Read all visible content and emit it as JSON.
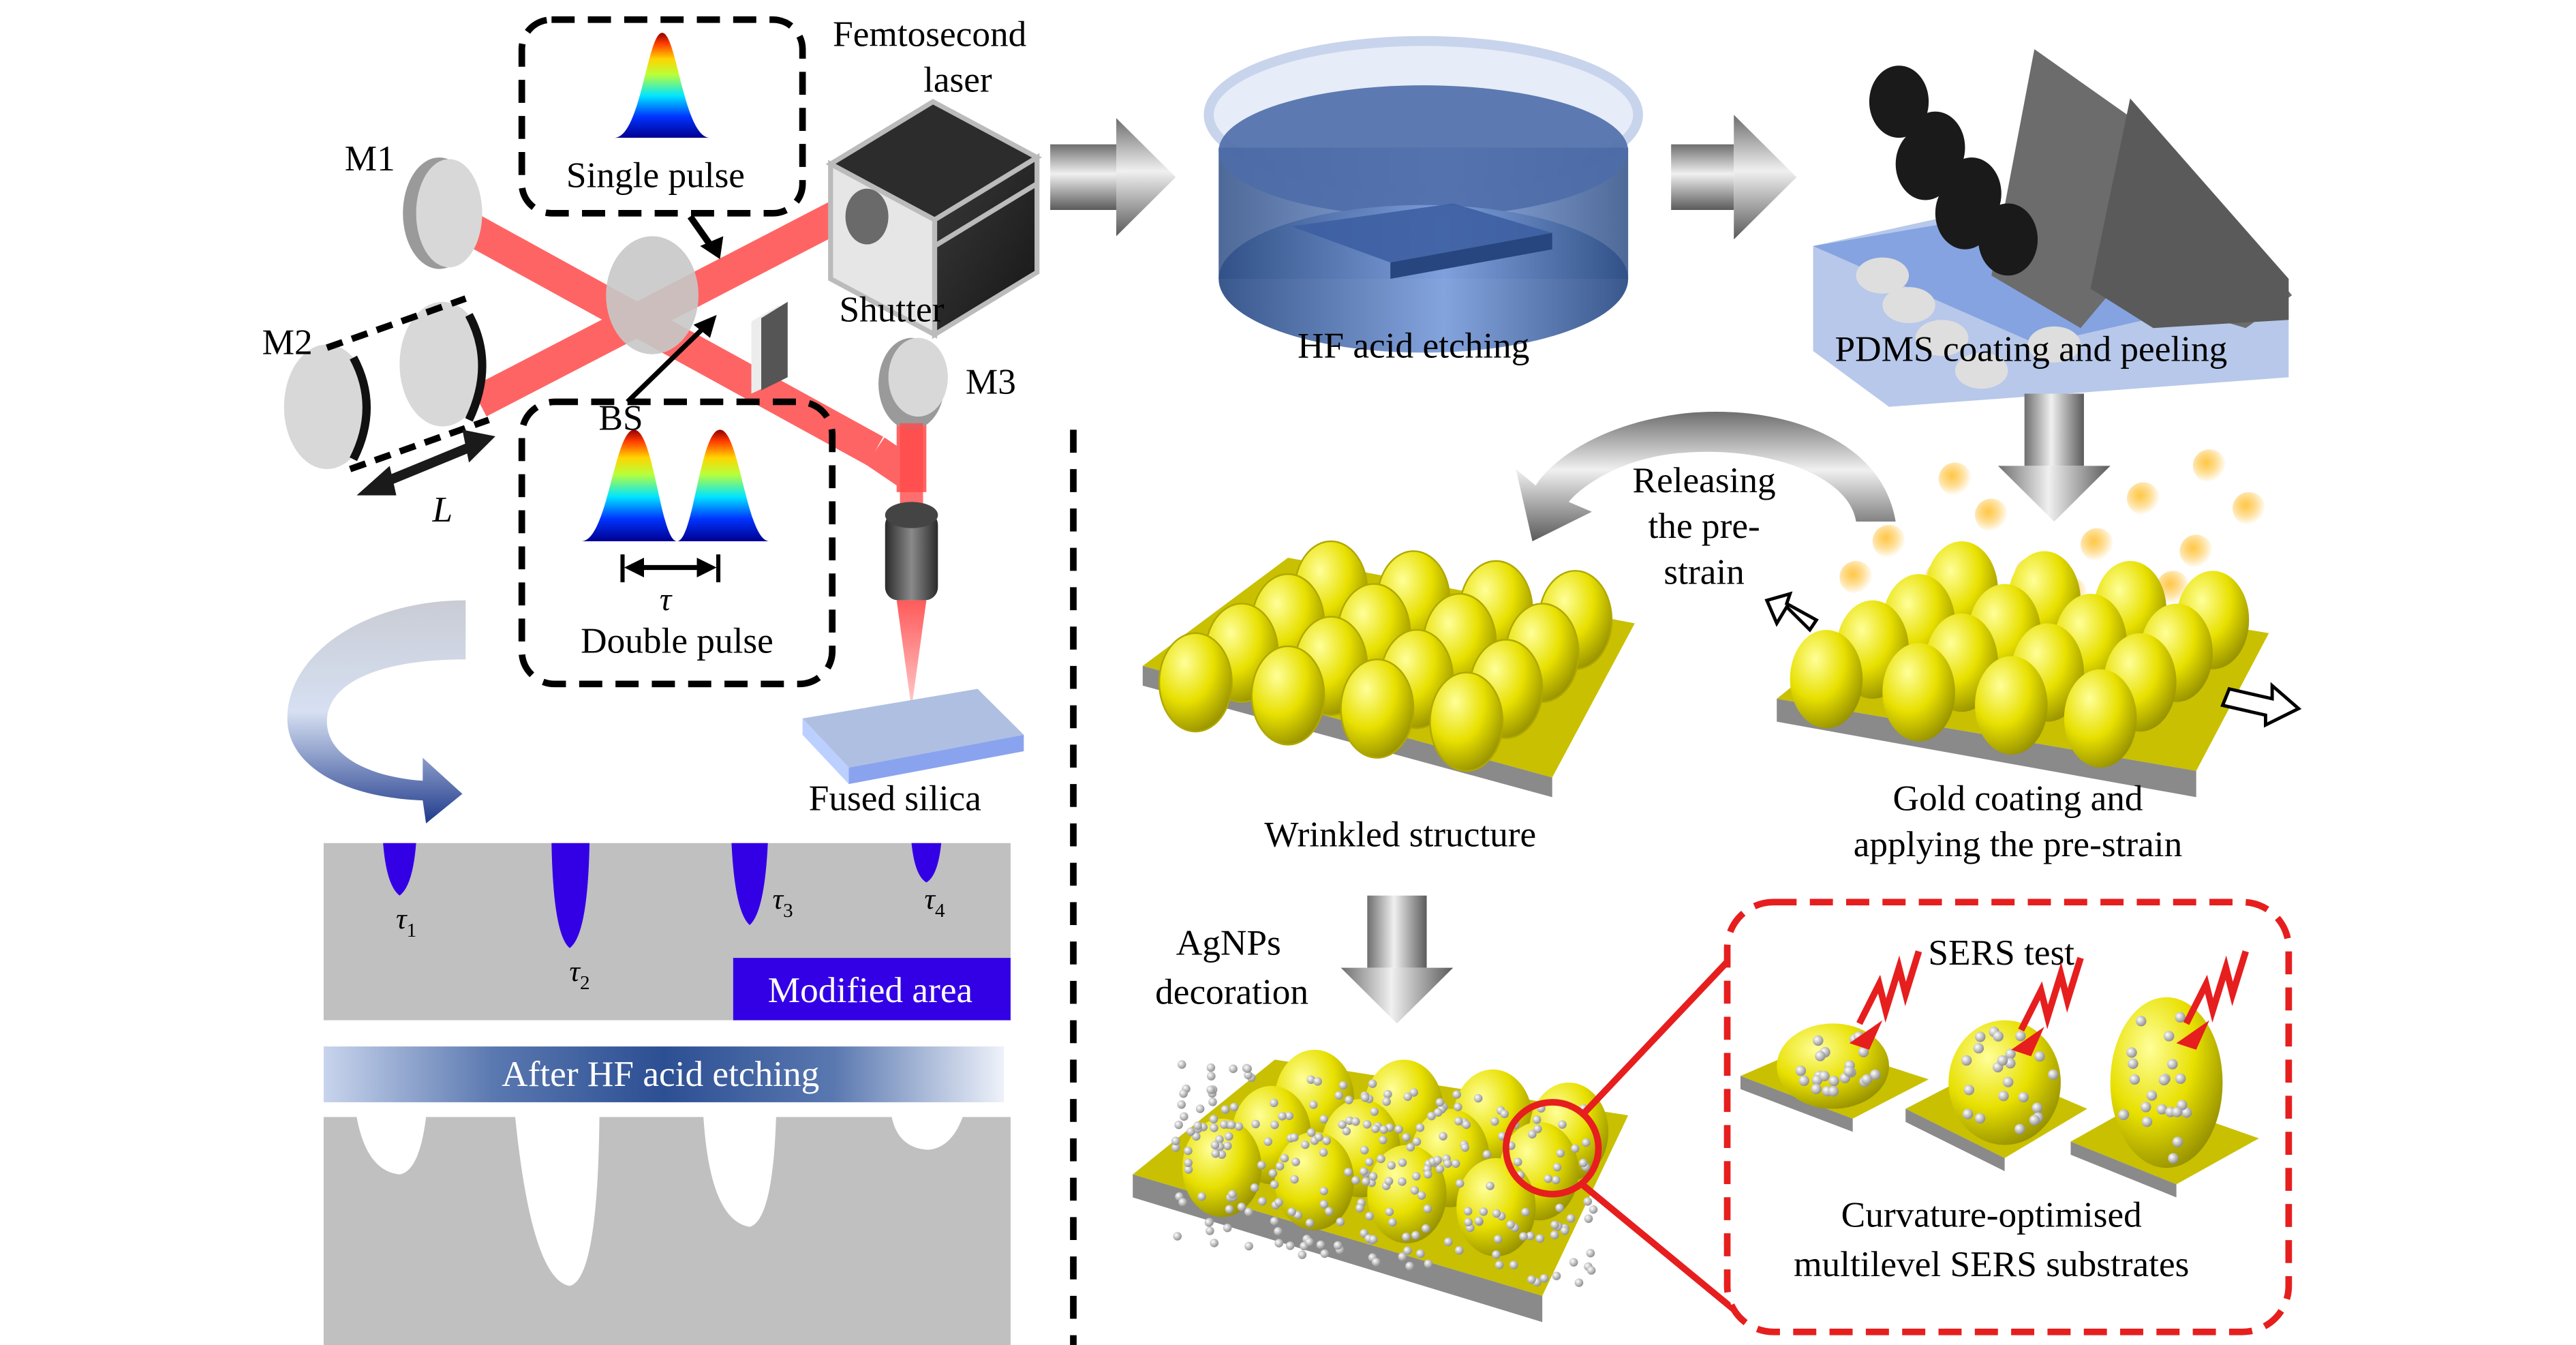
{
  "figure": {
    "setup": {
      "laser_label_line1": "Femtosecond",
      "laser_label_line2": "laser",
      "single_pulse_label": "Single pulse",
      "double_pulse_label": "Double pulse",
      "delay_symbol": "τ",
      "mirror1_label": "M1",
      "mirror2_label": "M2",
      "mirror3_label": "M3",
      "beamsplitter_label": "BS",
      "shutter_label": "Shutter",
      "path_length_label": "L",
      "sample_label": "Fused silica"
    },
    "modification": {
      "delays": [
        {
          "symbol": "τ",
          "subscript": "1"
        },
        {
          "symbol": "τ",
          "subscript": "2"
        },
        {
          "symbol": "τ",
          "subscript": "3"
        },
        {
          "symbol": "τ",
          "subscript": "4"
        }
      ],
      "legend_label": "Modified area",
      "etch_banner": "After HF acid etching"
    },
    "process": {
      "step_etching": "HF acid etching",
      "step_pdms": "PDMS coating and peeling",
      "step_gold_line1": "Gold coating and",
      "step_gold_line2": "applying the pre-strain",
      "release_line1": "Releasing",
      "release_line2": "the pre-",
      "release_line3": "strain",
      "step_wrinkled": "Wrinkled structure",
      "agnps_line1": "AgNPs",
      "agnps_line2": "decoration",
      "sers_title": "SERS test",
      "sers_caption_line1": "Curvature-optimised",
      "sers_caption_line2": "multilevel SERS substrates"
    },
    "colors": {
      "laser_beam": "#ff3b3b",
      "modified_area": "#3300e6",
      "substrate_gray": "#c0c0c0",
      "gold": "#e8e000",
      "zoom_outline": "#e61e1e",
      "etch_blue": "#2e5597"
    }
  }
}
